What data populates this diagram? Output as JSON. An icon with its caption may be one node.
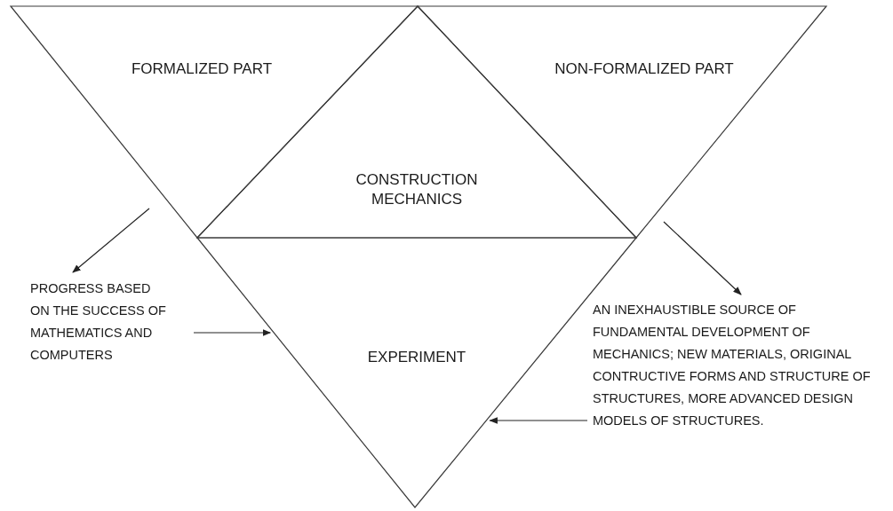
{
  "diagram": {
    "nodes": [
      {
        "text": [
          "FORMALIZED PART"
        ]
      },
      {
        "text": [
          "NON-FORMALIZED PART"
        ]
      },
      {
        "text": [
          "CONSTRUCTION MECHANICS"
        ]
      },
      {
        "text": [
          "EXPERIMENT"
        ]
      },
      {
        "text": [
          "PROGRESS BASED ON THE SUCCESS OF MATHEMATICS AND COMPUTERS"
        ]
      },
      {
        "text": [
          "AN INEXHAUSTIBLE SOURCE OF FUNDAMENTAL DEVELOPMENT OF MECHANICS; NEW MATERIALS, ORIGINAL CONTRUCTIVE FORMS AND STRUCTURE OF STRUCTURES, MORE ADVANCED DESIGN MODELS OF STRUCTURES."
        ]
      }
    ],
    "edges": [
      {
        "from": 0,
        "to": 4,
        "arrow": "to"
      },
      {
        "from": 4,
        "to": 3,
        "arrow": "to"
      },
      {
        "from": 1,
        "to": 5,
        "arrow": "to"
      },
      {
        "from": 5,
        "to": 3,
        "arrow": "to"
      }
    ]
  }
}
